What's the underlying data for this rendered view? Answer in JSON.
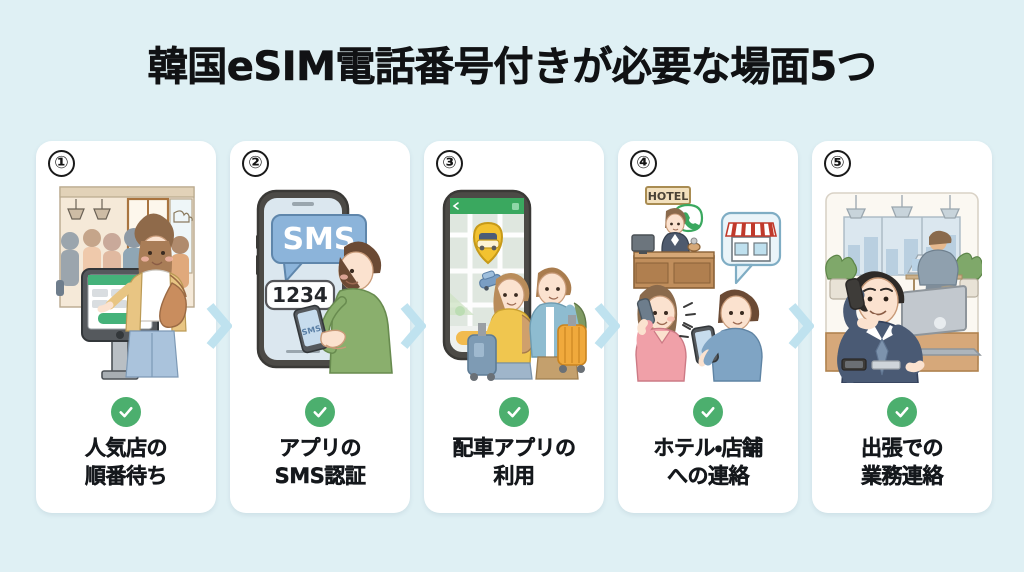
{
  "page": {
    "title": "韓国eSIM電話番号付きが必要な場面5つ",
    "background_color": "#dff0f4",
    "card_background_color": "#ffffff",
    "check_badge_color": "#4caf6e",
    "arrow_color": "#bfe2ef",
    "title_color": "#111214"
  },
  "cards": [
    {
      "number": "①",
      "caption_line1": "人気店の",
      "caption_line2": "順番待ち",
      "check_icon": "check-circle-icon",
      "illustration": {
        "name": "queue-kiosk-illustration",
        "description": "人気店の行列と順番待ち発券機を操作する女性",
        "elements": [
          "cafe-storefront",
          "queue-of-people",
          "ticket-kiosk",
          "woman-with-bag"
        ]
      }
    },
    {
      "number": "②",
      "caption_line1": "アプリの",
      "caption_line2": "SMS認証",
      "check_icon": "check-circle-icon",
      "illustration": {
        "name": "sms-verification-illustration",
        "description": "スマートフォンのSMS認証コード入力",
        "sms_label": "SMS",
        "code_value": "1234",
        "elements": [
          "smartphone",
          "sms-speech-bubble",
          "code-box",
          "man-with-phone"
        ]
      }
    },
    {
      "number": "③",
      "caption_line1": "配車アプリの",
      "caption_line2": "利用",
      "check_icon": "check-circle-icon",
      "illustration": {
        "name": "ride-hailing-illustration",
        "description": "配車アプリの地図とスーツケースを持つ旅行者",
        "elements": [
          "smartphone-map",
          "taxi-pin",
          "call-button",
          "travelers-with-suitcases"
        ]
      }
    },
    {
      "number": "④",
      "caption_line1": "ホテル・店舗",
      "caption_line2": "への連絡",
      "check_icon": "check-circle-icon",
      "illustration": {
        "name": "hotel-shop-contact-illustration",
        "description": "ホテルのフロントと店舗への電話連絡",
        "hotel_sign": "HOTEL",
        "elements": [
          "hotel-sign",
          "receptionist",
          "phone-bubble",
          "shop-bubble",
          "woman-on-phone",
          "man-with-phone"
        ]
      }
    },
    {
      "number": "⑤",
      "caption_line1": "出張での",
      "caption_line2": "業務連絡",
      "check_icon": "check-circle-icon",
      "illustration": {
        "name": "business-trip-call-illustration",
        "description": "出張先のオフィスでノートPCを前に通話するビジネスマン",
        "elements": [
          "businessman-on-phone",
          "laptop",
          "office-window",
          "pendant-lights",
          "plants",
          "colleague-at-desk"
        ]
      }
    }
  ],
  "arrows": [
    {
      "name": "chevron-right-icon-1"
    },
    {
      "name": "chevron-right-icon-2"
    },
    {
      "name": "chevron-right-icon-3"
    },
    {
      "name": "chevron-right-icon-4"
    }
  ]
}
